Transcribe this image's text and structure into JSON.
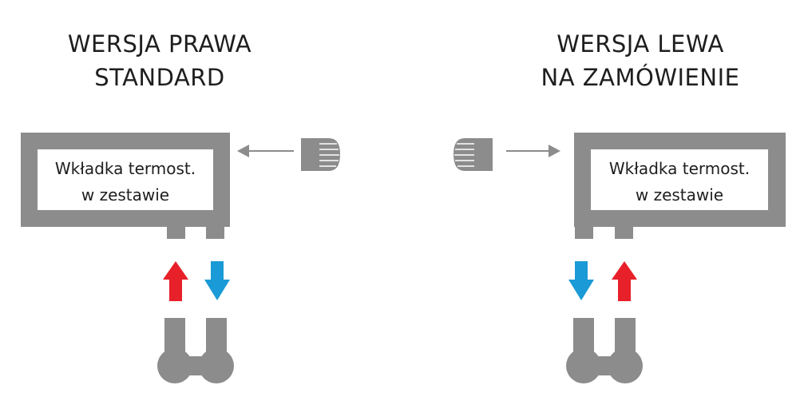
{
  "colors": {
    "radiator_gray": "#8c8c8c",
    "arrow_gray": "#8c8c8c",
    "flow_red": "#e8202a",
    "flow_blue": "#1a9ad6",
    "text_dark": "#1e1e1e",
    "panel_fill": "#ffffff"
  },
  "versions": [
    {
      "title_line1": "WERSJA PRAWA",
      "title_line2": "STANDARD",
      "insert_line1": "Wkładka termost.",
      "insert_line2": "w zestawie"
    },
    {
      "title_line1": "WERSJA LEWA",
      "title_line2": "NA ZAMÓWIENIE",
      "insert_line1": "Wkładka termost.",
      "insert_line2": "w zestawie"
    }
  ]
}
